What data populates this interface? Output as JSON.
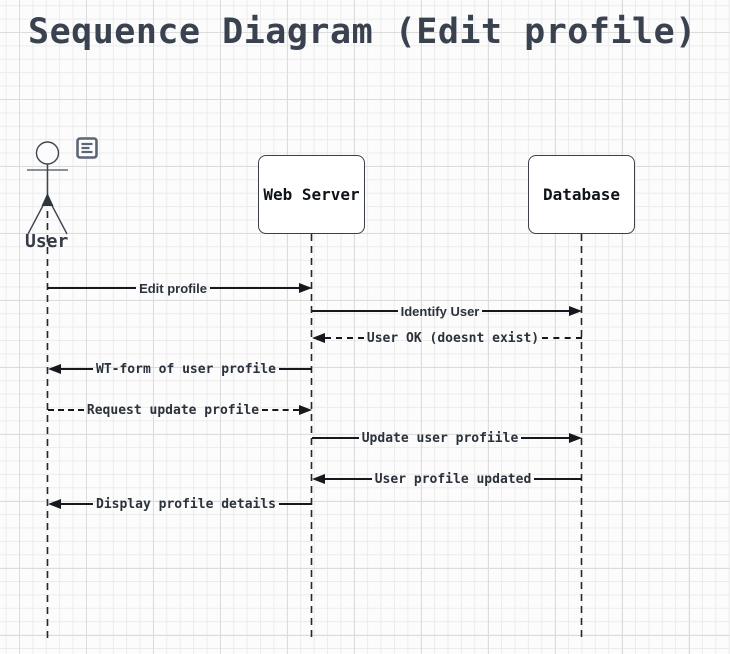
{
  "canvas": {
    "title": "Sequence Diagram (Edit profile)"
  },
  "lifelines": [
    {
      "id": "user",
      "label": "User",
      "type": "actor"
    },
    {
      "id": "webserver",
      "label": "Web Server",
      "type": "participant"
    },
    {
      "id": "database",
      "label": "Database",
      "type": "participant"
    }
  ],
  "icons": {
    "note": "note-icon"
  },
  "messages": [
    {
      "label": "Edit profile",
      "from": "user",
      "to": "webserver",
      "line": "solid"
    },
    {
      "label": "Identify User",
      "from": "webserver",
      "to": "database",
      "line": "solid"
    },
    {
      "label": "User OK (doesnt exist)",
      "from": "database",
      "to": "webserver",
      "line": "dashed"
    },
    {
      "label": "WT-form of user profile",
      "from": "webserver",
      "to": "user",
      "line": "solid"
    },
    {
      "label": "Request update profile",
      "from": "user",
      "to": "webserver",
      "line": "dashed"
    },
    {
      "label": "Update user profiile",
      "from": "webserver",
      "to": "database",
      "line": "solid"
    },
    {
      "label": "User profile updated",
      "from": "database",
      "to": "webserver",
      "line": "solid"
    },
    {
      "label": "Display profile details",
      "from": "webserver",
      "to": "user",
      "line": "solid"
    }
  ],
  "colors": {
    "line": "#15181c",
    "label_text": "#2b323b",
    "title_text": "#3a4250",
    "shape_stroke": "#3b4048"
  }
}
